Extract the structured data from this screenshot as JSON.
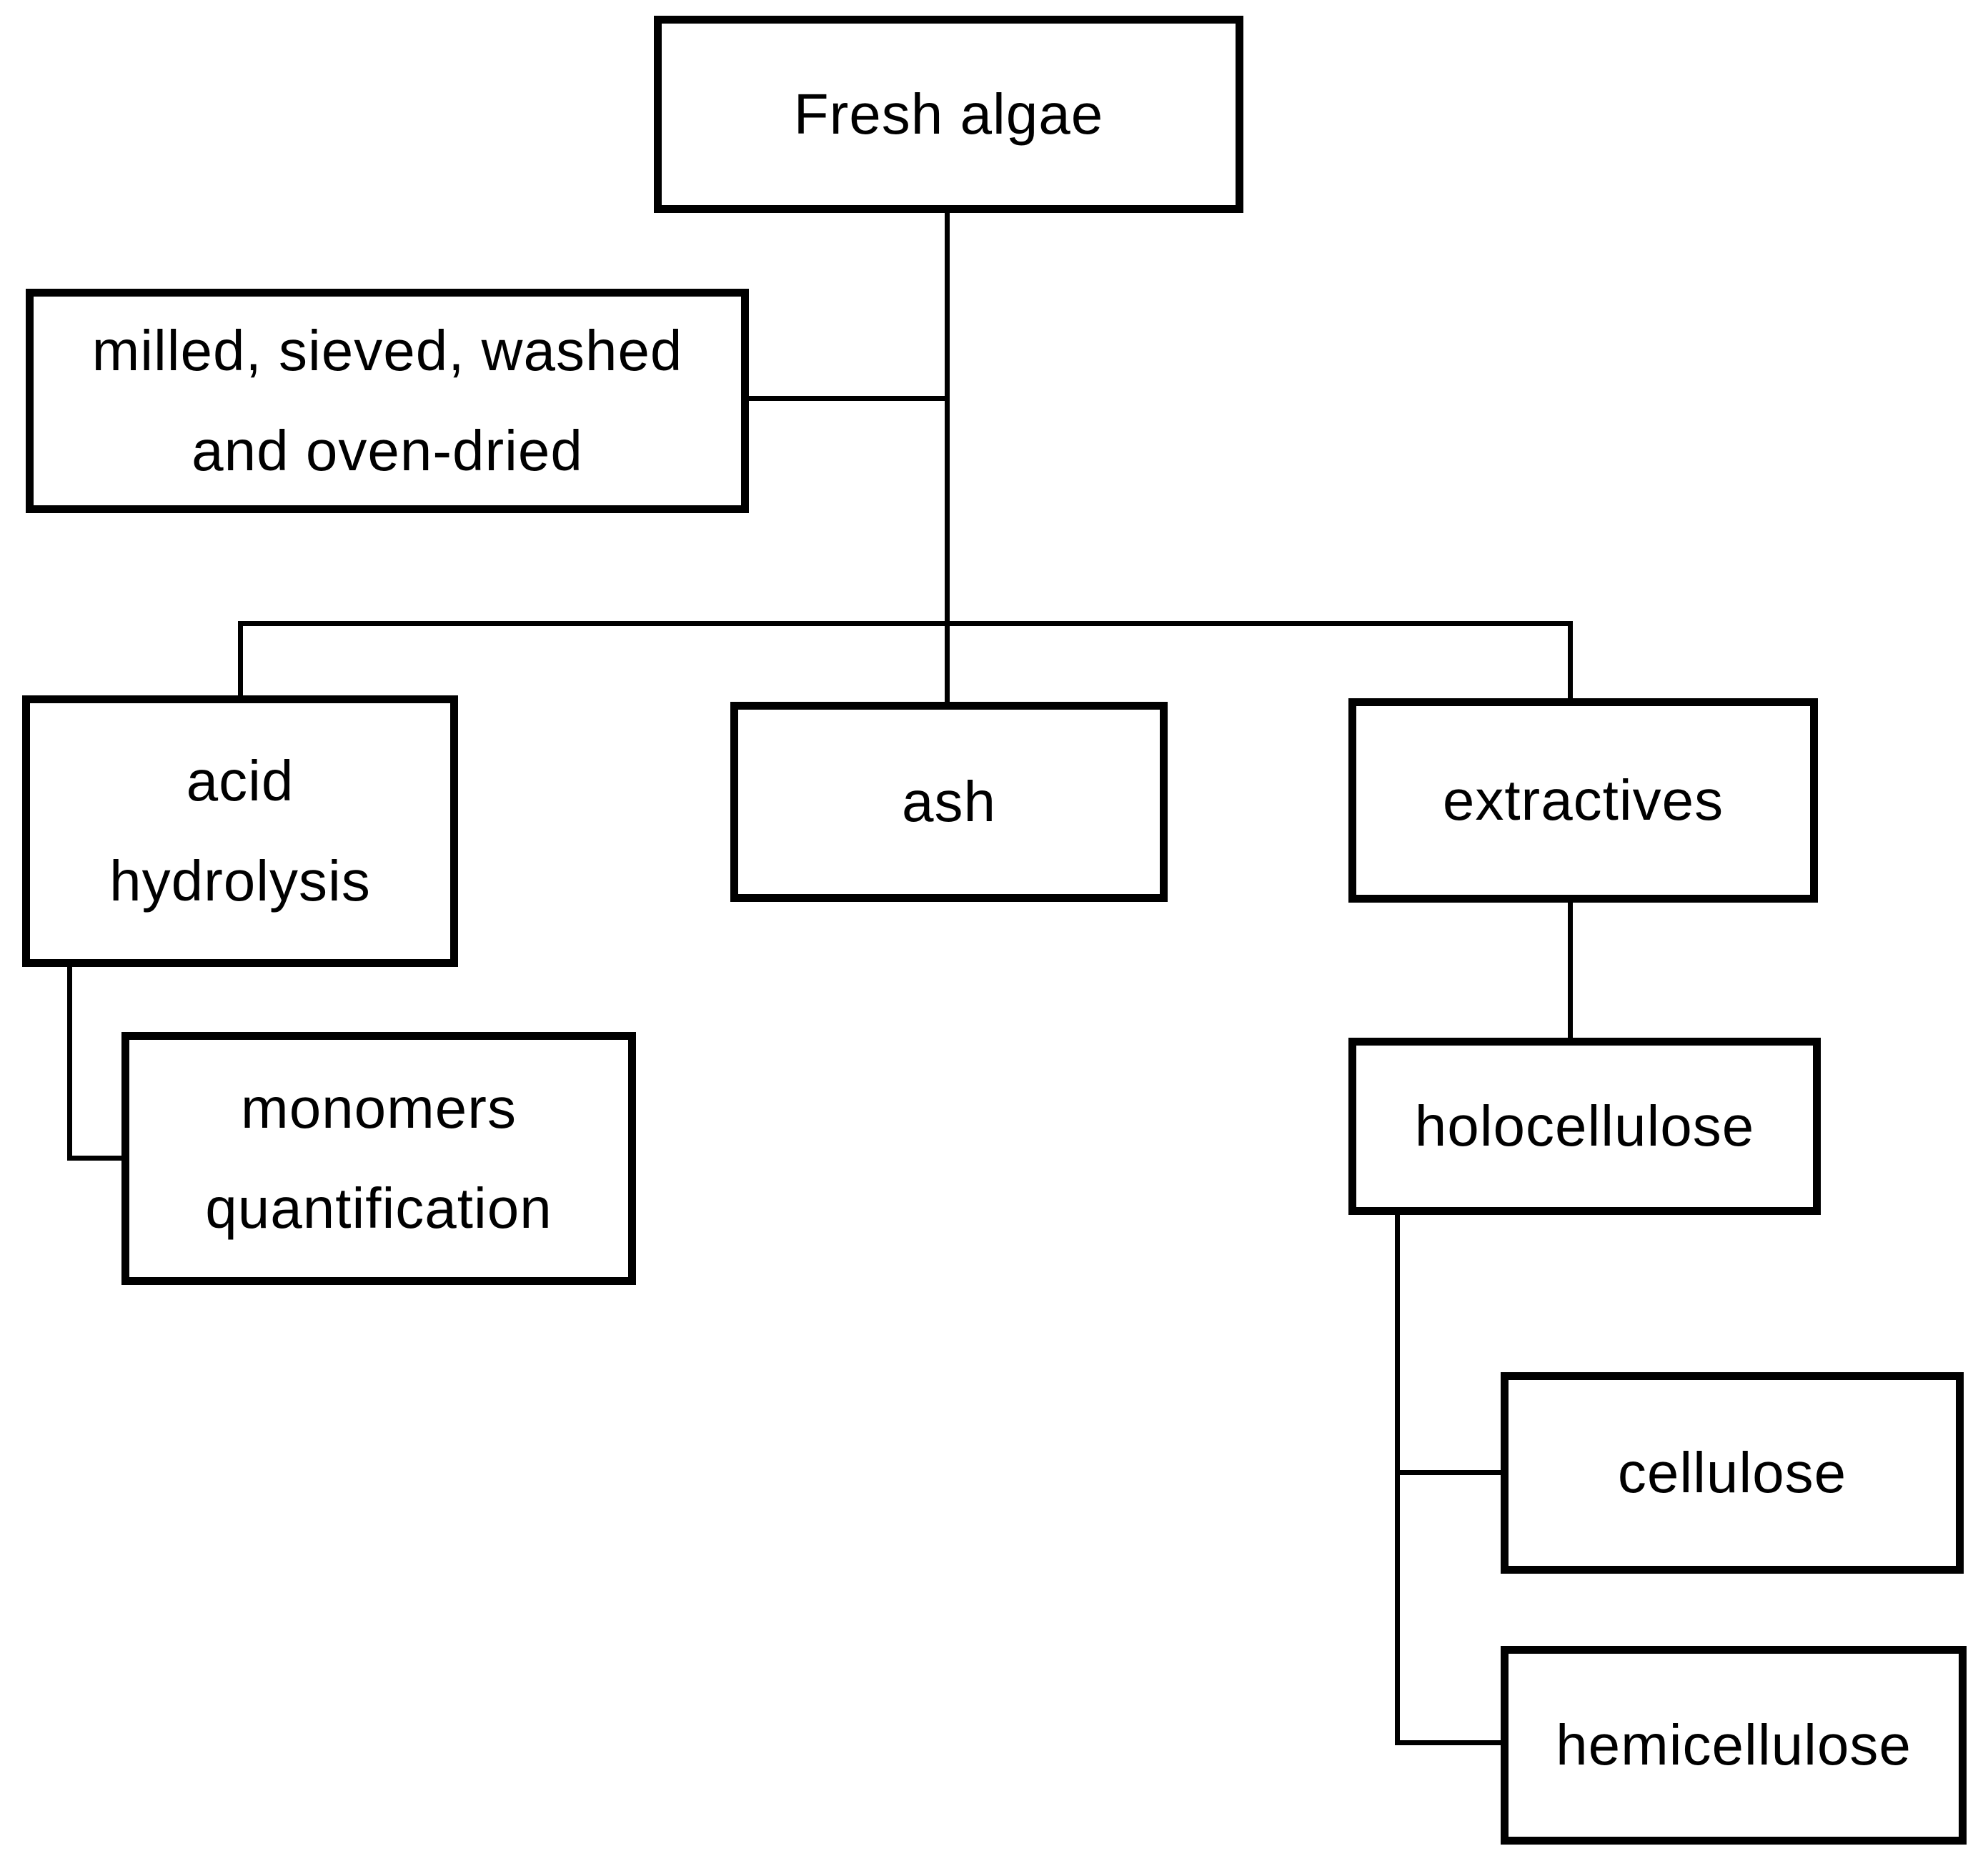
{
  "diagram": {
    "type": "flowchart",
    "title": "Fresh algae fractionation flowchart",
    "colors": {
      "background": "#ffffff",
      "box_fill": "#ffffff",
      "box_border": "#000000",
      "line": "#000000",
      "text": "#000000"
    },
    "nodes": {
      "fresh_algae": {
        "label": "Fresh algae"
      },
      "pretreatment": {
        "label": "milled, sieved, washed\nand oven-dried"
      },
      "acid_hydrolysis": {
        "label": "acid\nhydrolysis"
      },
      "ash": {
        "label": "ash"
      },
      "extractives": {
        "label": "extractives"
      },
      "monomers_quantification": {
        "label": "monomers\nquantification"
      },
      "holocellulose": {
        "label": "holocellulose"
      },
      "cellulose": {
        "label": "cellulose"
      },
      "hemicellulose": {
        "label": "hemicellulose"
      }
    },
    "edges": [
      {
        "from": "fresh_algae",
        "to": "pretreatment"
      },
      {
        "from": "fresh_algae",
        "to": "acid_hydrolysis"
      },
      {
        "from": "fresh_algae",
        "to": "ash"
      },
      {
        "from": "fresh_algae",
        "to": "extractives"
      },
      {
        "from": "acid_hydrolysis",
        "to": "monomers_quantification"
      },
      {
        "from": "extractives",
        "to": "holocellulose"
      },
      {
        "from": "holocellulose",
        "to": "cellulose"
      },
      {
        "from": "holocellulose",
        "to": "hemicellulose"
      }
    ]
  }
}
